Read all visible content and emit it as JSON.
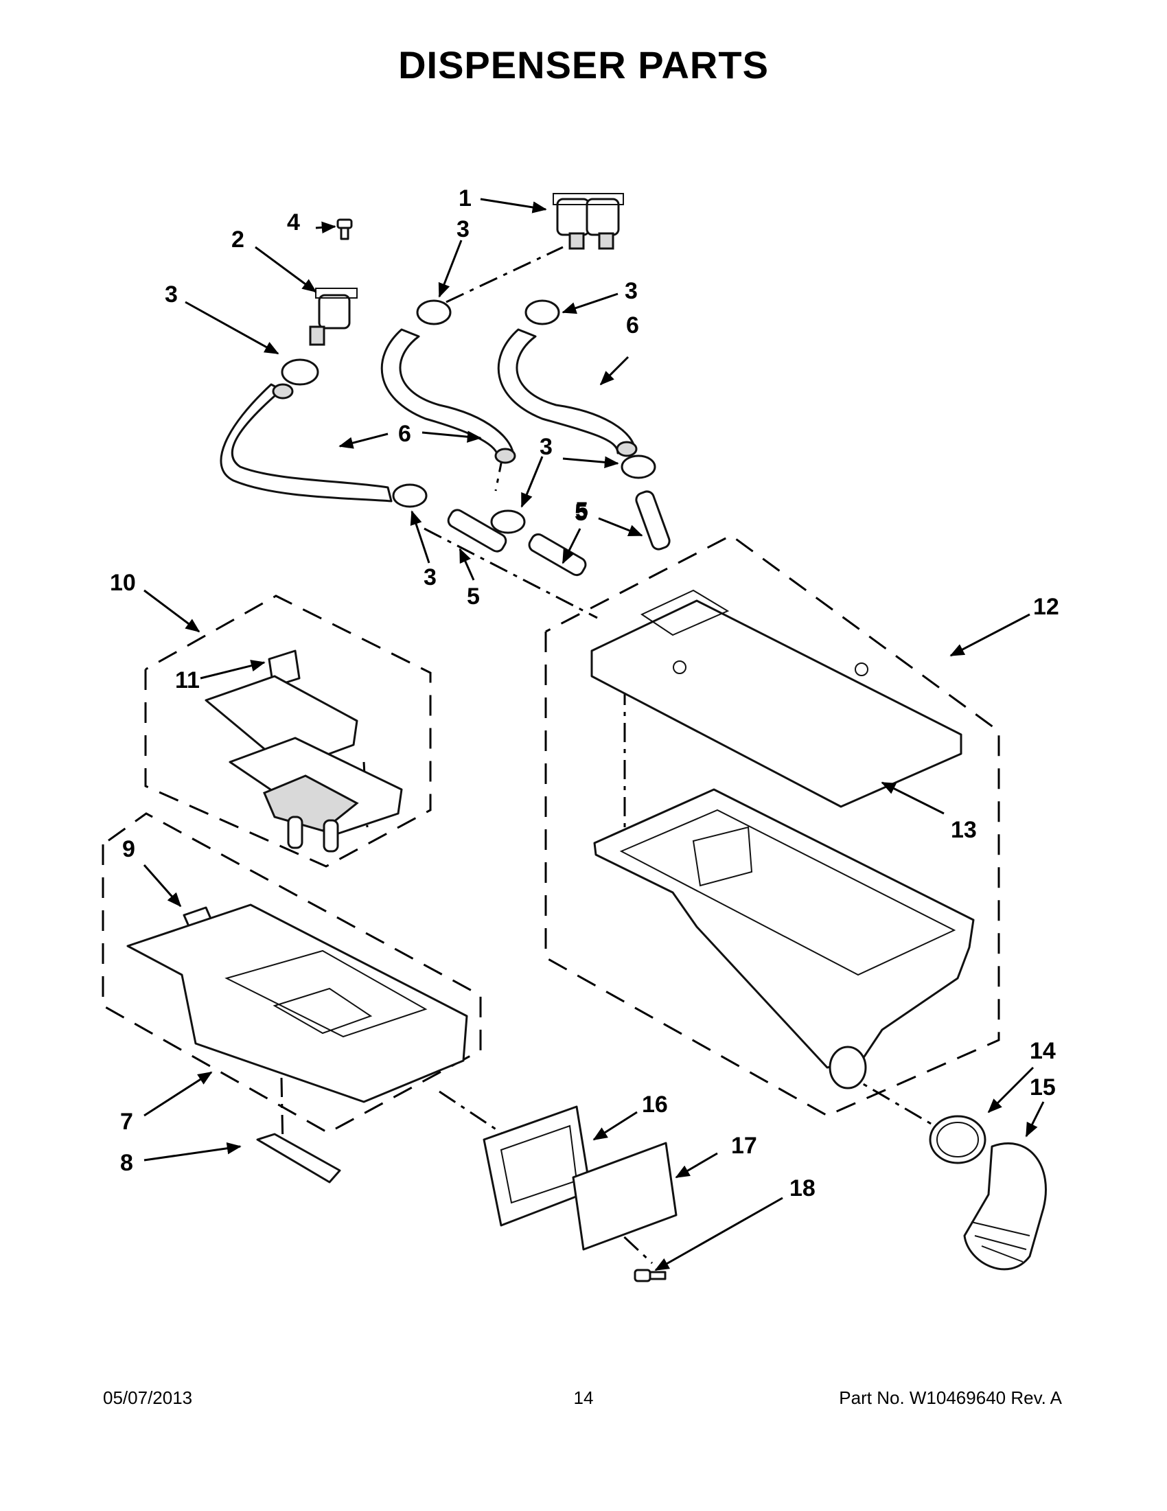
{
  "title": "DISPENSER PARTS",
  "callouts": [
    "1",
    "2",
    "3",
    "4",
    "5",
    "6",
    "7",
    "8",
    "9",
    "10",
    "11",
    "12",
    "13",
    "14",
    "15",
    "16",
    "17",
    "18"
  ],
  "footer": {
    "date": "05/07/2013",
    "page": "14",
    "part_no": "Part No.  W10469640  Rev.  A"
  }
}
